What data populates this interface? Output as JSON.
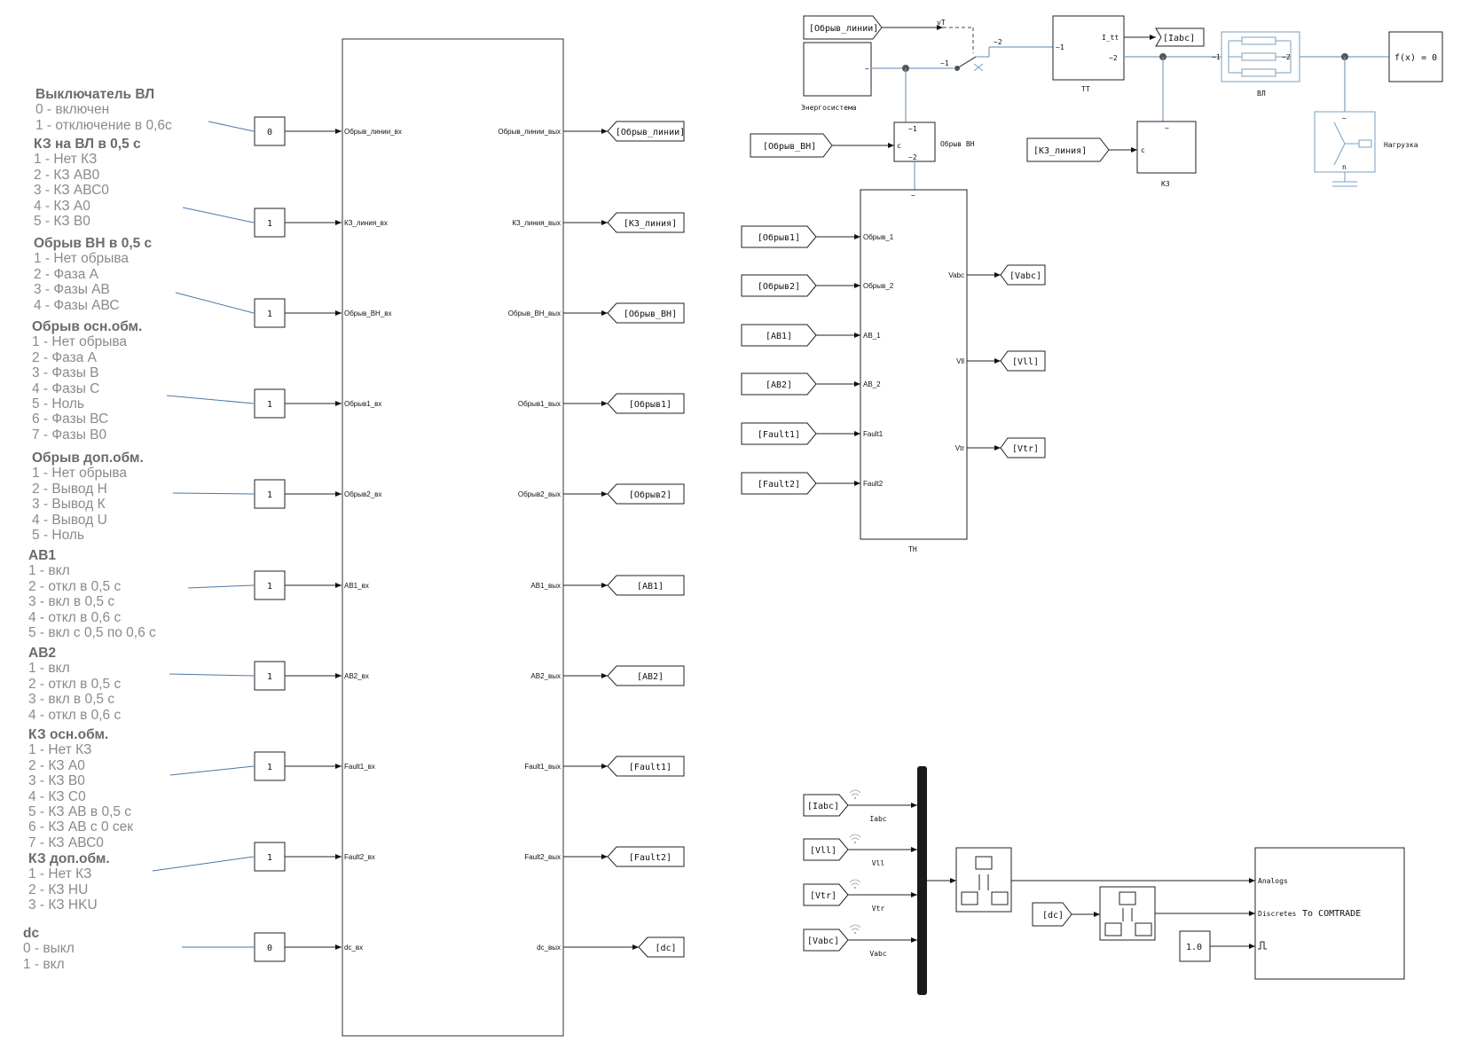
{
  "notes": [
    {
      "head": "Выключатель ВЛ",
      "lines": [
        "0 - включен",
        "1 - отключение в 0,6с"
      ]
    },
    {
      "head": "КЗ на ВЛ в 0,5 с",
      "lines": [
        "1 - Нет КЗ",
        "2 - КЗ АВ0",
        "3 - КЗ АВС0",
        "4 - КЗ А0",
        "5 - КЗ В0"
      ]
    },
    {
      "head": "Обрыв ВН в 0,5 с",
      "lines": [
        "1 - Нет обрыва",
        "2 - Фаза А",
        "3 - Фазы АВ",
        "4 - Фазы АВС"
      ]
    },
    {
      "head": "Обрыв осн.обм.",
      "lines": [
        "1 - Нет обрыва",
        "2 - Фаза А",
        "3 - Фазы В",
        "4 - Фазы С",
        "5 - Ноль",
        "6 - Фазы ВС",
        "7 - Фазы В0"
      ]
    },
    {
      "head": "Обрыв доп.обм.",
      "lines": [
        "1 - Нет обрыва",
        "2 - Вывод Н",
        "3 - Вывод К",
        "4 - Вывод U",
        "5 - Ноль"
      ]
    },
    {
      "head": "АВ1",
      "lines": [
        "1 - вкл",
        "2 - откл в 0,5 с",
        "3 - вкл в 0,5 с",
        "4 - откл в 0,6 с",
        "5 - вкл с 0,5 по 0,6 с"
      ]
    },
    {
      "head": "АВ2",
      "lines": [
        "1 - вкл",
        "2 - откл в 0,5 с",
        "3 - вкл в 0,5 с",
        "4 - откл в 0,6 с"
      ]
    },
    {
      "head": "КЗ осн.обм.",
      "lines": [
        "1 - Нет КЗ",
        "2 - КЗ А0",
        "3 - КЗ В0",
        "4 - КЗ С0",
        "5 - КЗ АВ в 0,5 с",
        "6 - КЗ АВ с 0 сек",
        "7 - КЗ АВС0"
      ]
    },
    {
      "head": "КЗ доп.обм.",
      "lines": [
        "1 - Нет КЗ",
        "2 - КЗ HU",
        "3 - КЗ HKU"
      ]
    },
    {
      "head": "dc",
      "lines": [
        "0 - выкл",
        "1 - вкл"
      ]
    }
  ],
  "subsystem_rows": [
    {
      "const": "0",
      "in": "Обрыв_линии_вх",
      "out": "Обрыв_линии_вых",
      "tag": "[Обрыв_линии]"
    },
    {
      "const": "1",
      "in": "КЗ_линия_вх",
      "out": "КЗ_линия_вых",
      "tag": "[КЗ_линия]"
    },
    {
      "const": "1",
      "in": "Обрыв_ВН_вх",
      "out": "Обрыв_ВН_вых",
      "tag": "[Обрыв_ВН]"
    },
    {
      "const": "1",
      "in": "Обрыв1_вх",
      "out": "Обрыв1_вых",
      "tag": "[Обрыв1]"
    },
    {
      "const": "1",
      "in": "Обрыв2_вх",
      "out": "Обрыв2_вых",
      "tag": "[Обрыв2]"
    },
    {
      "const": "1",
      "in": "АВ1_вх",
      "out": "АВ1_вых",
      "tag": "[АВ1]"
    },
    {
      "const": "1",
      "in": "АВ2_вх",
      "out": "АВ2_вых",
      "tag": "[АВ2]"
    },
    {
      "const": "1",
      "in": "Fault1_вх",
      "out": "Fault1_вых",
      "tag": "[Fault1]"
    },
    {
      "const": "1",
      "in": "Fault2_вх",
      "out": "Fault2_вых",
      "tag": "[Fault2]"
    },
    {
      "const": "0",
      "in": "dc_вх",
      "out": "dc_вых",
      "tag": "[dc]"
    }
  ],
  "power": {
    "from_obryv_linii": "[Обрыв_линии]",
    "source_label": "Энергосистема",
    "breaker_port_vt": "vT",
    "breaker_port_1": "~1",
    "breaker_port_2": "~2",
    "tt_port_in": "~1",
    "tt_port_itt": "I_tt",
    "tt_port_out": "~2",
    "tt_label": "ТТ",
    "iabc_tag": "[Iabc]",
    "vl_port_in": "~1",
    "vl_port_out": "~2",
    "vl_label": "ВЛ",
    "fx_label": "f(x) = 0",
    "load_label": "Нагрузка",
    "load_port_top": "~",
    "load_port_n": "n",
    "kz_from": "[КЗ_линия]",
    "kz_port_c": "c",
    "kz_port_top": "~",
    "kz_label": "КЗ",
    "obryv_vn_from": "[Обрыв_ВН]",
    "obryv_vn_port_1": "~1",
    "obryv_vn_port_c": "c",
    "obryv_vn_port_2": "~2",
    "obryv_vn_label": "Обрыв ВН"
  },
  "tn": {
    "top_port": "~",
    "label": "ТН",
    "inputs": [
      {
        "tag": "[Обрыв1]",
        "port": "Обрыв_1"
      },
      {
        "tag": "[Обрыв2]",
        "port": "Обрыв_2"
      },
      {
        "tag": "[АВ1]",
        "port": "АВ_1"
      },
      {
        "tag": "[АВ2]",
        "port": "АВ_2"
      },
      {
        "tag": "[Fault1]",
        "port": "Fault1"
      },
      {
        "tag": "[Fault2]",
        "port": "Fault2"
      }
    ],
    "outputs": [
      {
        "port": "Vabc",
        "tag": "[Vabc]"
      },
      {
        "port": "Vll",
        "tag": "[Vll]"
      },
      {
        "port": "Vtr",
        "tag": "[Vtr]"
      }
    ]
  },
  "record": {
    "signals": [
      {
        "tag": "[Iabc]",
        "name": "Iabc"
      },
      {
        "tag": "[Vll]",
        "name": "Vll"
      },
      {
        "tag": "[Vtr]",
        "name": "Vtr"
      },
      {
        "tag": "[Vabc]",
        "name": "Vabc"
      }
    ],
    "dc_tag": "[dc]",
    "const_value": "1.0",
    "comtrade_port_analogs": "Analogs",
    "comtrade_port_discretes": "Discretes",
    "comtrade_label": "To COMTRADE"
  },
  "colors": {
    "wire": "#222222",
    "power_wire": "#7a9fbf",
    "note_connector": "#4a78a6",
    "bus": "#1a1a1a"
  }
}
